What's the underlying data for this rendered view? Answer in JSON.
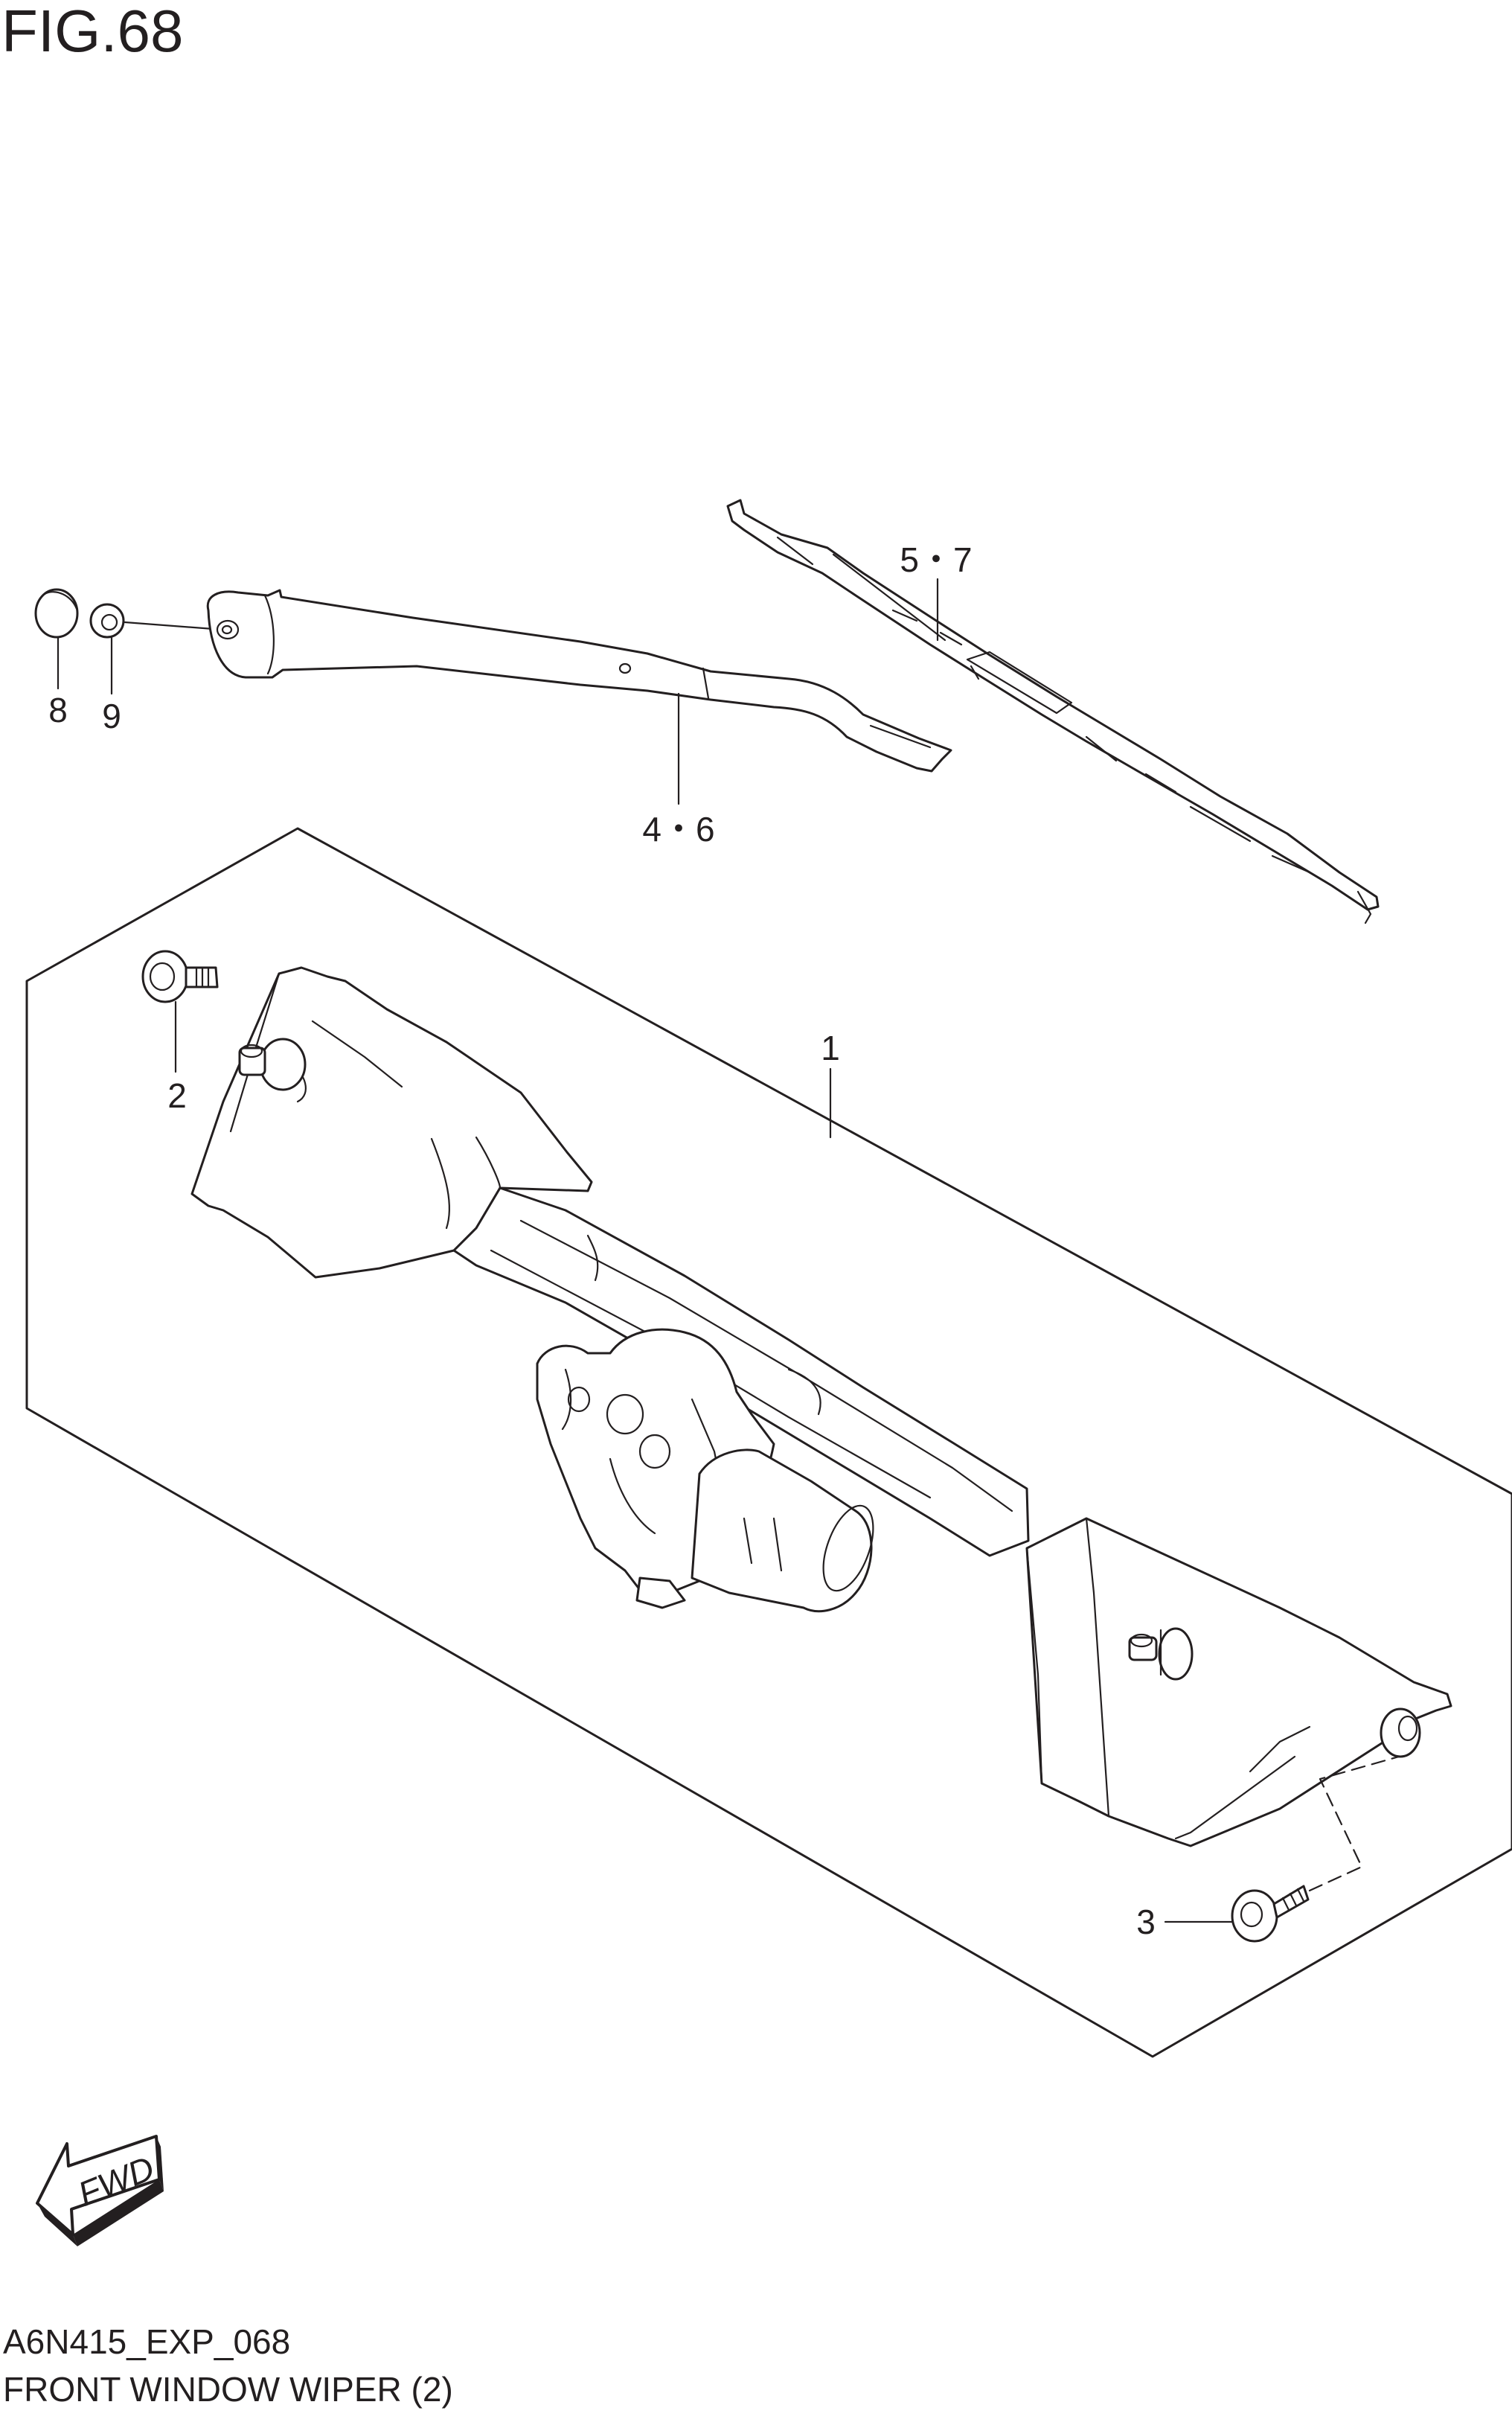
{
  "figure": {
    "title": "FIG.68",
    "code": "A6N415_EXP_068",
    "name": "FRONT WINDOW WIPER (2)"
  },
  "callouts": {
    "c1": "1",
    "c2": "2",
    "c3": "3",
    "c46": "4・6",
    "c57": "5・7",
    "c8": "8",
    "c9": "9"
  },
  "fwd_label": "FWD",
  "colors": {
    "ink": "#231f20",
    "background": "#ffffff"
  },
  "icons": [
    "fwd-arrow-icon"
  ]
}
